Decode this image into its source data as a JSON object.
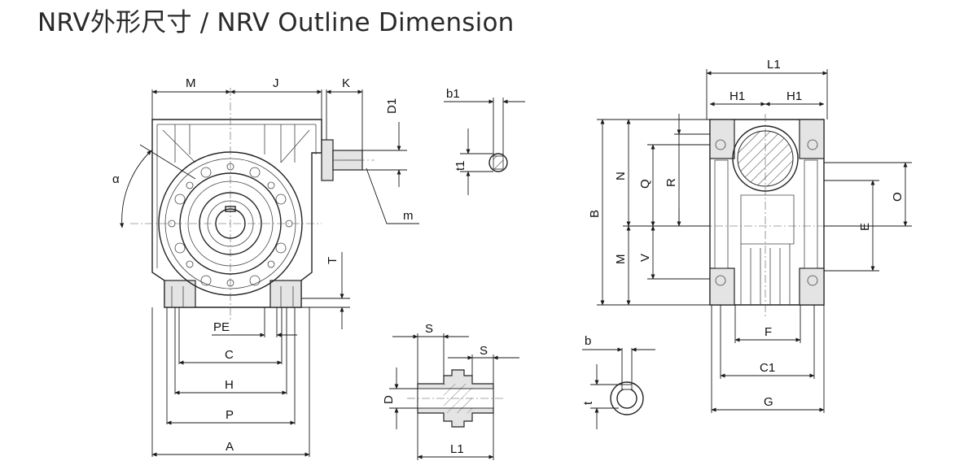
{
  "title": "NRV外形尺寸 / NRV Outline Dimension",
  "labels": {
    "M": "M",
    "J": "J",
    "K": "K",
    "D1": "D1",
    "alpha": "α",
    "m": "m",
    "T": "T",
    "PE": "PE",
    "C": "C",
    "H": "H",
    "P": "P",
    "A": "A",
    "b1": "b1",
    "t1": "t1",
    "S": "S",
    "D": "D",
    "L1": "L1",
    "b": "b",
    "t": "t",
    "N": "N",
    "Q": "Q",
    "R": "R",
    "B": "B",
    "V": "V",
    "O": "O",
    "E": "E",
    "H1": "H1",
    "F": "F",
    "C1": "C1",
    "G": "G"
  },
  "colors": {
    "line": "#1a1a1a",
    "shade": "#e4e4e4",
    "background": "#ffffff"
  }
}
